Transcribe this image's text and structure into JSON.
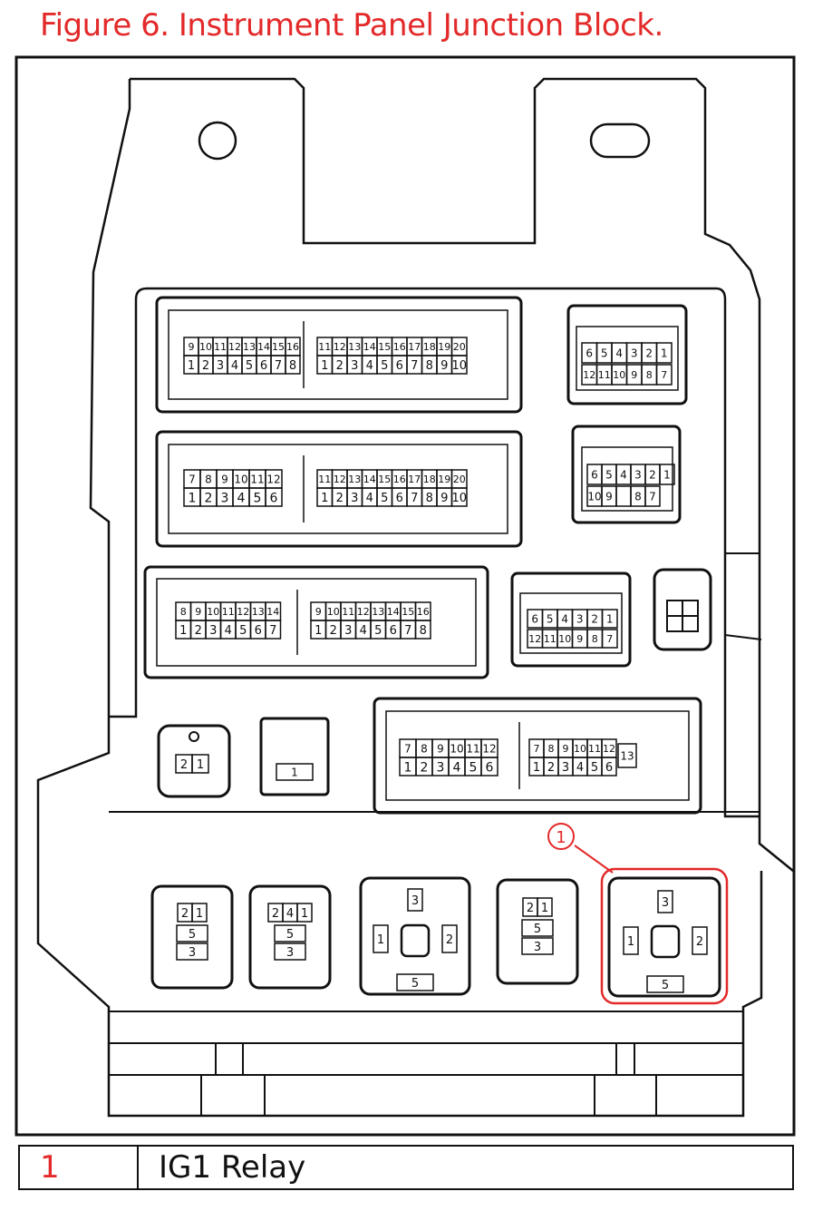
{
  "title": "Figure 6. Instrument Panel Junction Block.",
  "accent_color": "#e32929",
  "connectors": {
    "c1_left_top": [
      "9",
      "10",
      "11",
      "12",
      "13",
      "14",
      "15",
      "16"
    ],
    "c1_left_bottom": [
      "1",
      "2",
      "3",
      "4",
      "5",
      "6",
      "7",
      "8"
    ],
    "c1_right_top": [
      "11",
      "12",
      "13",
      "14",
      "15",
      "16",
      "17",
      "18",
      "19",
      "20"
    ],
    "c1_right_bottom": [
      "1",
      "2",
      "3",
      "4",
      "5",
      "6",
      "7",
      "8",
      "9",
      "10"
    ],
    "c2_left_top": [
      "7",
      "8",
      "9",
      "10",
      "11",
      "12"
    ],
    "c2_left_bottom": [
      "1",
      "2",
      "3",
      "4",
      "5",
      "6"
    ],
    "c2_right_top": [
      "11",
      "12",
      "13",
      "14",
      "15",
      "16",
      "17",
      "18",
      "19",
      "20"
    ],
    "c2_right_bottom": [
      "1",
      "2",
      "3",
      "4",
      "5",
      "6",
      "7",
      "8",
      "9",
      "10"
    ],
    "c3_left_top": [
      "8",
      "9",
      "10",
      "11",
      "12",
      "13",
      "14"
    ],
    "c3_left_bottom": [
      "1",
      "2",
      "3",
      "4",
      "5",
      "6",
      "7"
    ],
    "c3_right_top": [
      "9",
      "10",
      "11",
      "12",
      "13",
      "14",
      "15",
      "16"
    ],
    "c3_right_bottom": [
      "1",
      "2",
      "3",
      "4",
      "5",
      "6",
      "7",
      "8"
    ],
    "c4_left_top": [
      "7",
      "8",
      "9",
      "10",
      "11",
      "12"
    ],
    "c4_left_bottom": [
      "1",
      "2",
      "3",
      "4",
      "5",
      "6"
    ],
    "c4_right_top": [
      "7",
      "8",
      "9",
      "10",
      "11",
      "12"
    ],
    "c4_right_bottom": [
      "1",
      "2",
      "3",
      "4",
      "5",
      "6"
    ],
    "c4_right_extra": "13",
    "s1_top": [
      "6",
      "5",
      "4",
      "3",
      "2",
      "1"
    ],
    "s1_bottom": [
      "12",
      "11",
      "10",
      "9",
      "8",
      "7"
    ],
    "s2_top": [
      "6",
      "5",
      "4",
      "3",
      "2",
      "1"
    ],
    "s2_bottom": [
      "10",
      "9",
      "",
      "8",
      "7"
    ],
    "s3_top": [
      "6",
      "5",
      "4",
      "3",
      "2",
      "1"
    ],
    "s3_bottom": [
      "12",
      "11",
      "10",
      "9",
      "8",
      "7"
    ],
    "small_2pin": [
      "2",
      "1"
    ],
    "single_pin": "1"
  },
  "relays": {
    "r1": {
      "top": [
        "2",
        "1"
      ],
      "mid": "5",
      "bottom": "3"
    },
    "r2": {
      "top": [
        "2",
        "4",
        "1"
      ],
      "mid": "5",
      "bottom": "3"
    },
    "r3": {
      "top": "3",
      "left": "1",
      "right": "2",
      "bottom": "5"
    },
    "r4": {
      "top": [
        "2",
        "1"
      ],
      "mid": "5",
      "bottom": "3"
    },
    "r5": {
      "top": "3",
      "left": "1",
      "right": "2",
      "bottom": "5"
    }
  },
  "callout": "1",
  "legend": {
    "number": "1",
    "description": "IG1 Relay"
  }
}
